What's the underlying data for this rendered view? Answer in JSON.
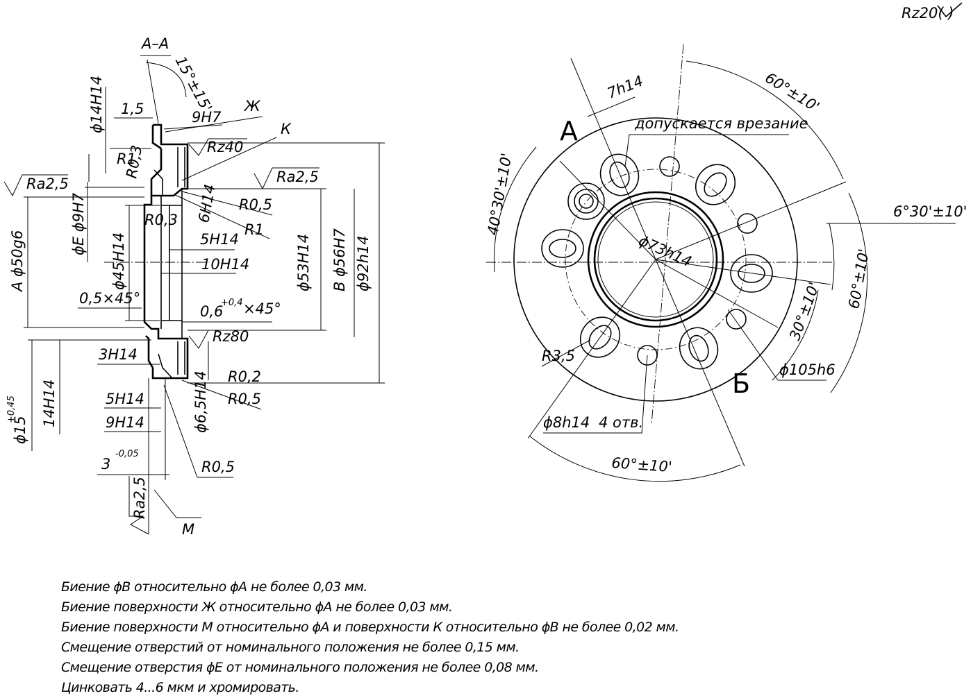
{
  "corner_roughness": "Rz20( )",
  "section_view": {
    "section_label": "А–А",
    "chamfer_angle": "15°±15'",
    "labels": {
      "d14": "ϕ14H14",
      "l15": "1,5",
      "h9": "9H7",
      "surfZh": "Ж",
      "surfK": "К",
      "rz40": "Rz40",
      "r1a": "R1",
      "r03a": "R0,3",
      "ra25left": "Ra2,5",
      "ra25mid": "Ra2,5",
      "dE": "ϕЕ ϕ9H7",
      "d50": "А ϕ50g6",
      "h6": "6H14",
      "r05a": "R0,5",
      "r03b": "R0,3",
      "r1b": "R1",
      "h5a": "5H14",
      "h10": "10H14",
      "d45": "ϕ45H14",
      "ch05": "0,5×45°",
      "d53": "ϕ53H14",
      "d56": "В ϕ56H7",
      "d92": "ϕ92h14",
      "ch06": "0,6",
      "ch06tol": "+0,4",
      "ch06ang": "×45°",
      "rz80": "Rz80",
      "h3": "3H14",
      "r02": "R0,2",
      "r05b": "R0,5",
      "h5b": "5H14",
      "d65": "ϕ6,5H14",
      "h9b": "9H14",
      "d15": "ϕ15",
      "d15tol": "+0,45",
      "h14": "14H14",
      "h3b": "3",
      "h3btol": "-0,05",
      "r05c": "R0,5",
      "ra25bot": "Ra2,5",
      "surfM": "М"
    }
  },
  "front_view": {
    "labels": {
      "ang60top": "60°±10'",
      "w7": "7h14",
      "note_cut": "допускается врезание",
      "secA": "А",
      "ang40": "40°30'±10'",
      "ang6": "6°30'±10'",
      "d73": "ϕ73h14",
      "ang60right": "60°±10'",
      "ang30": "30°±10'",
      "r35": "R3,5",
      "d105": "ϕ105h6",
      "secB": "Б",
      "d8": "ϕ8h14",
      "holes": "4 отв.",
      "ang60bot": "60°±10'"
    }
  },
  "notes": [
    "Биение ϕВ относительно ϕА не более 0,03 мм.",
    "Биение поверхности Ж относительно ϕА не более 0,03 мм.",
    "Биение поверхности М относительно ϕА и поверхности К относительно ϕВ не более 0,02 мм.",
    "Смещение отверстий от номинального положения не более 0,15 мм.",
    "Смещение отверстия ϕЕ от номинального положения не более 0,08 мм.",
    "Цинковать 4...6 мкм и хромировать."
  ]
}
